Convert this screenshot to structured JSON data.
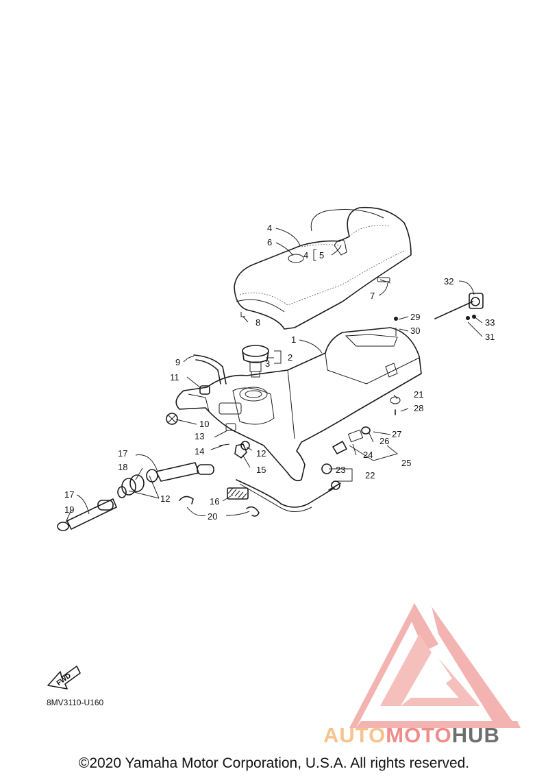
{
  "watermark": {
    "part1": "AUTO",
    "part2": "MOTO",
    "part3": "HUB"
  },
  "drawing_code": "8MV3110-U160",
  "fwd_label": "FWD",
  "copyright": "©2020 Yamaha Motor Corporation, U.S.A. All rights reserved.",
  "part_labels": {
    "p1": "1",
    "p2": "2",
    "p3": "3",
    "p4a": "4",
    "p4b": "4",
    "p5": "5",
    "p6": "6",
    "p7": "7",
    "p8": "8",
    "p9": "9",
    "p10": "10",
    "p11": "11",
    "p12a": "12",
    "p12b": "12",
    "p13": "13",
    "p14": "14",
    "p15": "15",
    "p16": "16",
    "p17a": "17",
    "p17b": "17",
    "p18": "18",
    "p19": "19",
    "p20": "20",
    "p21": "21",
    "p22": "22",
    "p23": "23",
    "p24": "24",
    "p25": "25",
    "p26": "26",
    "p27": "27",
    "p28": "28",
    "p29": "29",
    "p30": "30",
    "p31": "31",
    "p32": "32",
    "p33": "33"
  },
  "colors": {
    "watermark_light": "#f7c38a",
    "watermark_red": "#ef8d8a",
    "watermark_grey": "#6e6e6e"
  }
}
